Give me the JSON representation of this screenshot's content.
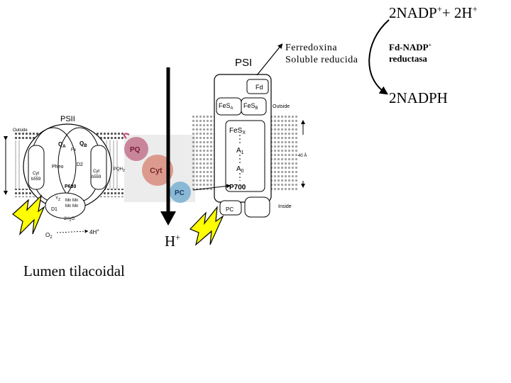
{
  "labels": {
    "nadp_top": "2NADP",
    "nadp_top_sup": "+",
    "nadp_plus_h": "+ 2H",
    "nadp_plus_h_sup": "+",
    "ferredoxina": "Ferredoxina",
    "soluble_reducida": "Soluble reducida",
    "psi": "PSI",
    "reductasa_1": "Fd-NADP",
    "reductasa_1_sup": "+",
    "reductasa_2": "reductasa",
    "nadph": "2NADPH",
    "hplus": "H",
    "hplus_sup": "+",
    "lumen": "Lumen tilacoidal"
  },
  "diagram": {
    "psii": "PSII",
    "outside_left": "Outside",
    "qa": "Q",
    "qa_sub": "A",
    "qb": "Q",
    "qb_sub": "B",
    "fe": "Fe",
    "pheo": "Pheo",
    "d2": "D2",
    "d1": "D1",
    "cyt_b559_a": "Cyt",
    "cyt_b559_b": "b559",
    "cyt_b559_c": "Cyt",
    "cyt_b559_d": "b559",
    "pqh2": "PQH",
    "pqh2_sub": "2",
    "p680": "P680",
    "mn1": "Mn Mn",
    "mn2": "Mn Mn",
    "yz": "Y",
    "yz_sub": "Z",
    "h2o": "2H",
    "h2o_sub": "2",
    "h2o_tail": "O",
    "o2": "O",
    "o2_sub": "2",
    "fourh": "4H",
    "fourh_sup": "+",
    "pq": "PQ",
    "cyt": "Cyt",
    "pc": "PC",
    "fd": "Fd",
    "fesa": "FeS",
    "fesa_sub": "A",
    "fesb": "FeS",
    "fesb_sub": "B",
    "outside_right": "Outside",
    "fesx": "FeS",
    "fesx_sub": "X",
    "a1": "A",
    "a1_sub": "1",
    "a0": "A",
    "a0_sub": "0",
    "p700": "P700",
    "pc_small": "PC",
    "inside": "Inside",
    "scale_right": "40 Å"
  },
  "colors": {
    "pq": "#c9869a",
    "cyt": "#dc9a8f",
    "pc": "#8ab9d6",
    "bolt_fill": "#ffff00",
    "bolt_stroke": "#000000",
    "pq_zone": "#ececec",
    "arrow": "#000000"
  }
}
